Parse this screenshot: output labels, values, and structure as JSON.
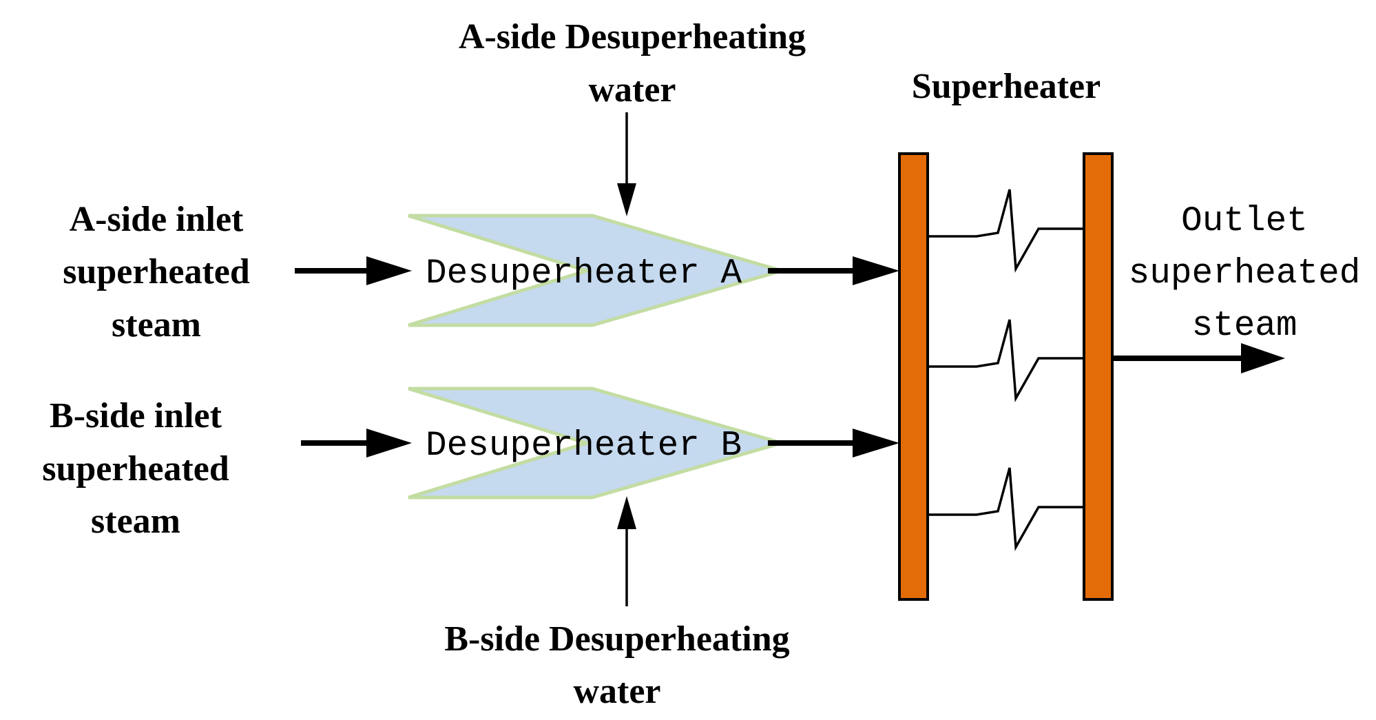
{
  "labels": {
    "a_water_line1": "A-side Desuperheating",
    "a_water_line2": "water",
    "b_water_line1": "B-side Desuperheating",
    "b_water_line2": "water",
    "superheater": "Superheater",
    "a_inlet_line1": "A-side inlet",
    "a_inlet_line2": "superheated",
    "a_inlet_line3": "steam",
    "b_inlet_line1": "B-side inlet",
    "b_inlet_line2": "superheated",
    "b_inlet_line3": "steam",
    "outlet_line1": "Outlet",
    "outlet_line2": "superheated",
    "outlet_line3": "steam",
    "desuperheater_a": "Desuperheater A",
    "desuperheater_b": "Desuperheater B"
  },
  "colors": {
    "desuperheater_fill": "#c5d9ef",
    "desuperheater_stroke": "#c3dca2",
    "header_fill": "#e36c09",
    "header_stroke": "#000000",
    "line": "#000000"
  }
}
